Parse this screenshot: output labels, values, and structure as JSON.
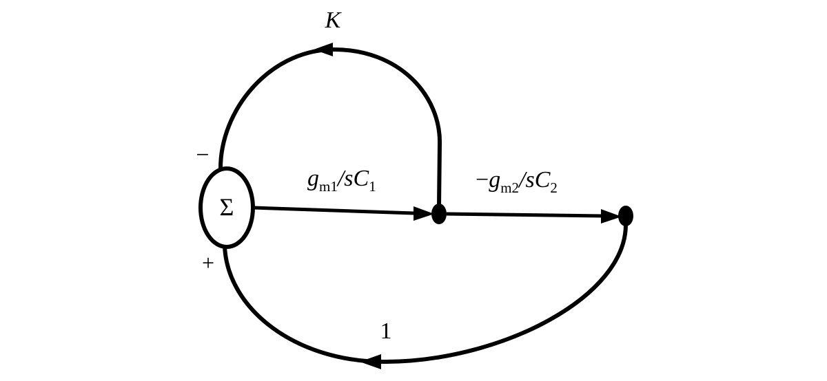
{
  "diagram": {
    "colors": {
      "stroke": "#000000",
      "background": "#ffffff"
    },
    "summing_junction": {
      "symbol": "Σ",
      "minus_sign": "−",
      "plus_sign": "+"
    },
    "branches": {
      "feedback_top": {
        "gain": "K"
      },
      "forward_1": {
        "g": "g",
        "sub": "m1",
        "mid": "/s",
        "c": "C",
        "csub": "1"
      },
      "forward_2": {
        "neg": "−",
        "g": "g",
        "sub": "m2",
        "mid": "/s",
        "c": "C",
        "csub": "2"
      },
      "feedback_bottom": {
        "gain": "1"
      }
    }
  }
}
